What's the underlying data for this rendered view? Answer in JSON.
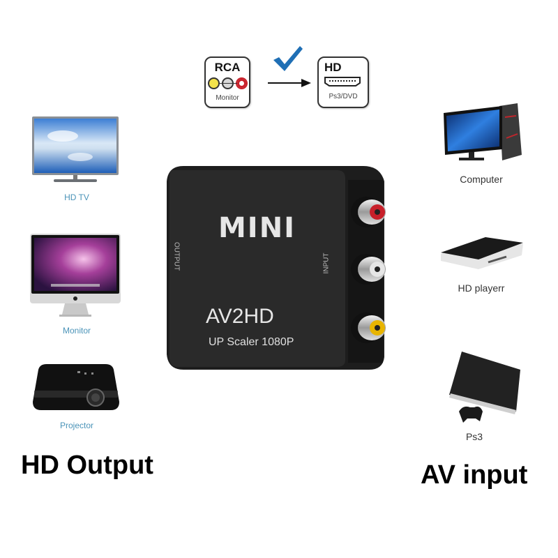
{
  "top_diagram": {
    "source": {
      "title": "RCA",
      "subtitle": "Monitor",
      "plug_colors": [
        "#f3e24a",
        "#d8d8d8",
        "#c8202a"
      ]
    },
    "target": {
      "title": "HD",
      "subtitle": "Ps3/DVD"
    },
    "check_color": "#1f6fb5"
  },
  "left_devices": [
    {
      "label": "HD TV"
    },
    {
      "label": "Monitor"
    },
    {
      "label": "Projector"
    }
  ],
  "right_devices": [
    {
      "label": "Computer"
    },
    {
      "label": "HD playerr"
    },
    {
      "label": "Ps3"
    }
  ],
  "product": {
    "brand": "MINI",
    "model": "AV2HD",
    "tagline": "UP Scaler 1080P",
    "left_side_label": "OUTPUT",
    "right_side_label": "INPUT",
    "jack_colors": [
      "#c8202a",
      "#e6e6e6",
      "#e8b400"
    ],
    "body_color": "#2a2a2a"
  },
  "captions": {
    "left": "HD Output",
    "right": "AV input"
  }
}
